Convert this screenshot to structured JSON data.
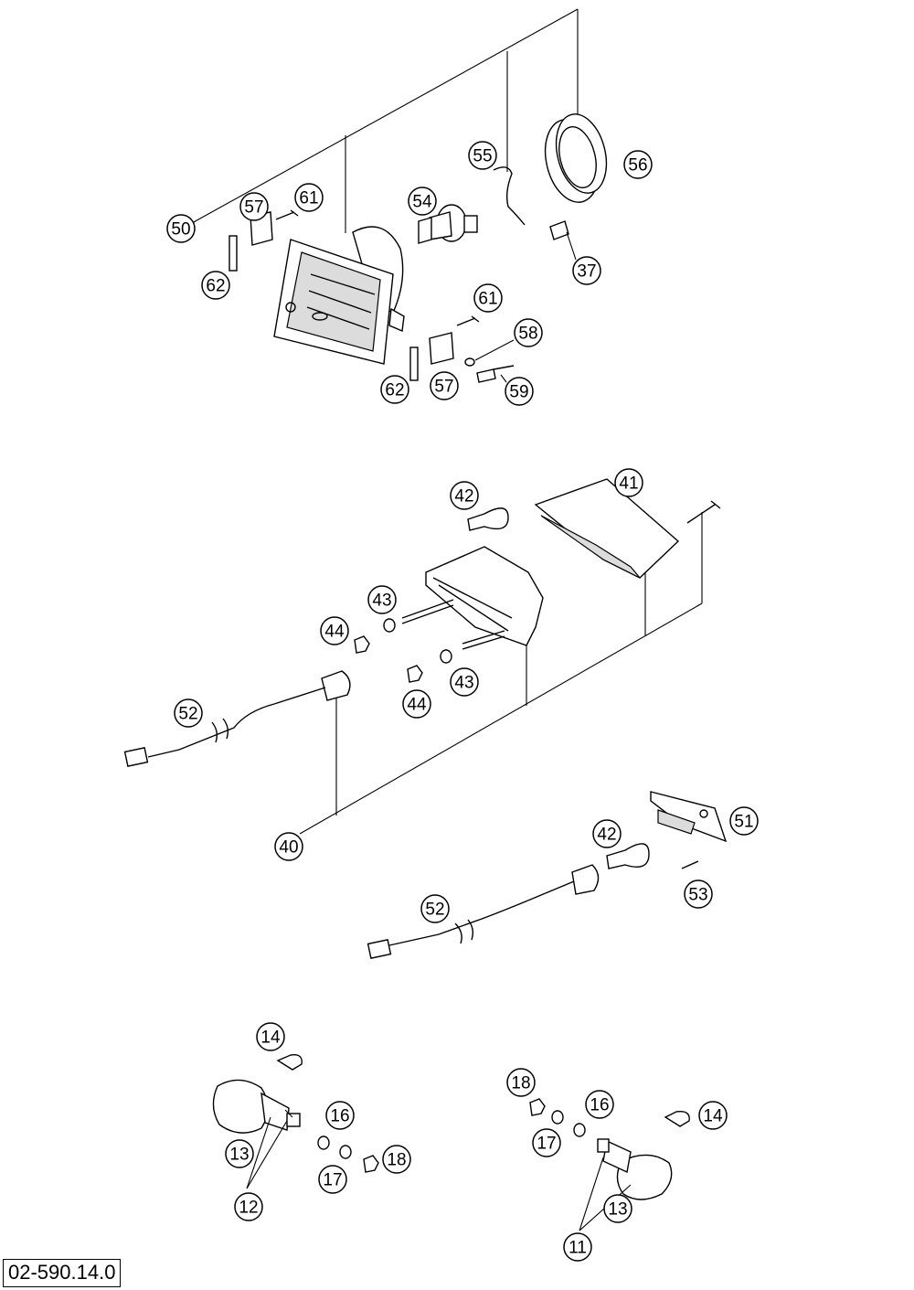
{
  "drawing_code": "02-590.14.0",
  "callouts": [
    {
      "id": "c50",
      "label": "50"
    },
    {
      "id": "c57a",
      "label": "57"
    },
    {
      "id": "c61a",
      "label": "61"
    },
    {
      "id": "c62a",
      "label": "62"
    },
    {
      "id": "c54",
      "label": "54"
    },
    {
      "id": "c55",
      "label": "55"
    },
    {
      "id": "c56",
      "label": "56"
    },
    {
      "id": "c37",
      "label": "37"
    },
    {
      "id": "c61b",
      "label": "61"
    },
    {
      "id": "c58",
      "label": "58"
    },
    {
      "id": "c59",
      "label": "59"
    },
    {
      "id": "c62b",
      "label": "62"
    },
    {
      "id": "c57b",
      "label": "57"
    },
    {
      "id": "c42a",
      "label": "42"
    },
    {
      "id": "c41",
      "label": "41"
    },
    {
      "id": "c43a",
      "label": "43"
    },
    {
      "id": "c44a",
      "label": "44"
    },
    {
      "id": "c43b",
      "label": "43"
    },
    {
      "id": "c44b",
      "label": "44"
    },
    {
      "id": "c52a",
      "label": "52"
    },
    {
      "id": "c40",
      "label": "40"
    },
    {
      "id": "c42b",
      "label": "42"
    },
    {
      "id": "c51",
      "label": "51"
    },
    {
      "id": "c53",
      "label": "53"
    },
    {
      "id": "c52b",
      "label": "52"
    },
    {
      "id": "c14a",
      "label": "14"
    },
    {
      "id": "c16a",
      "label": "16"
    },
    {
      "id": "c13a",
      "label": "13"
    },
    {
      "id": "c17a",
      "label": "17"
    },
    {
      "id": "c18a",
      "label": "18"
    },
    {
      "id": "c12",
      "label": "12"
    },
    {
      "id": "c18b",
      "label": "18"
    },
    {
      "id": "c16b",
      "label": "16"
    },
    {
      "id": "c17b",
      "label": "17"
    },
    {
      "id": "c14b",
      "label": "14"
    },
    {
      "id": "c13b",
      "label": "13"
    },
    {
      "id": "c11",
      "label": "11"
    }
  ]
}
